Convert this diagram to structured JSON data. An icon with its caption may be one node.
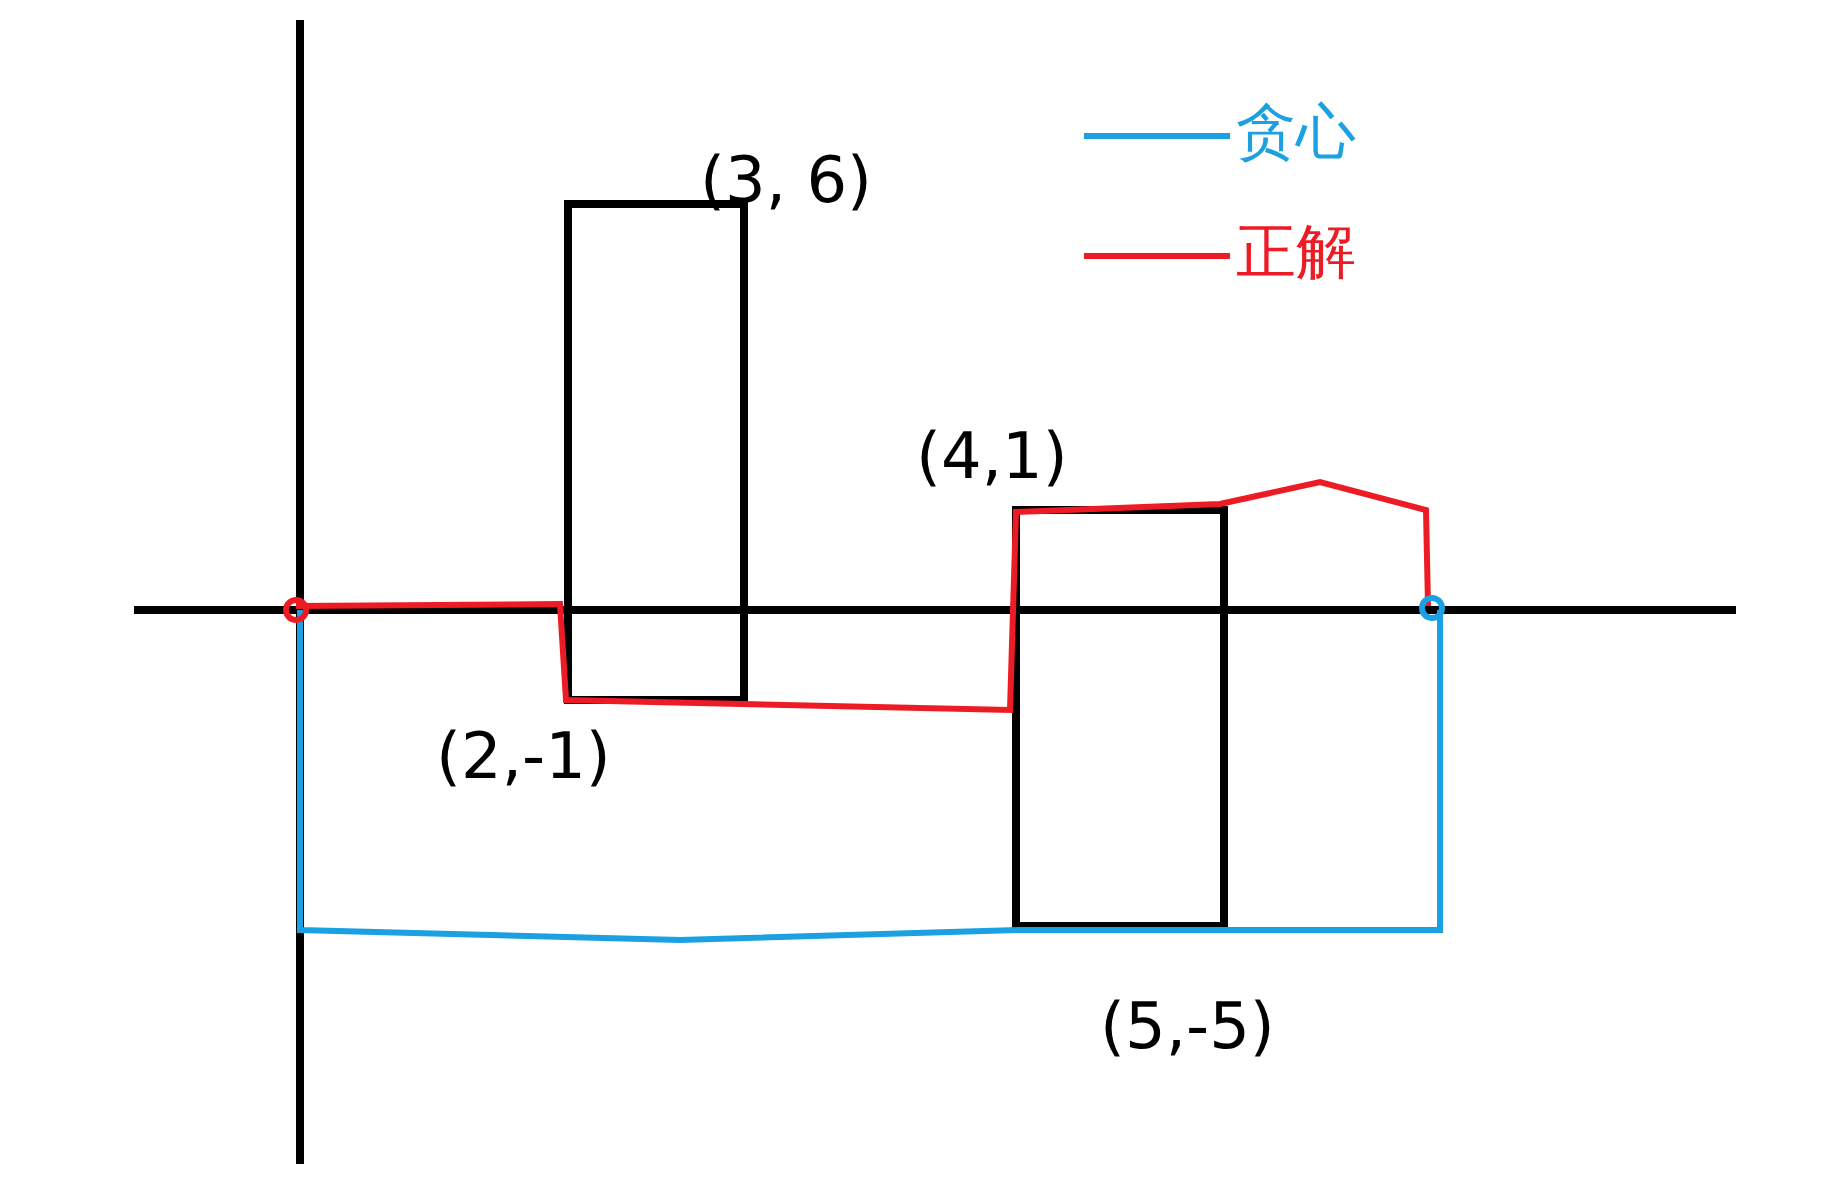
{
  "diagram": {
    "labels": [
      "(3, 6)",
      "(4,1)",
      "(2,-1)",
      "(5,-5)"
    ],
    "legend": [
      {
        "text": "贪心",
        "color": "#1ba1e2"
      },
      {
        "text": "正解",
        "color": "#ed1c24"
      }
    ]
  }
}
